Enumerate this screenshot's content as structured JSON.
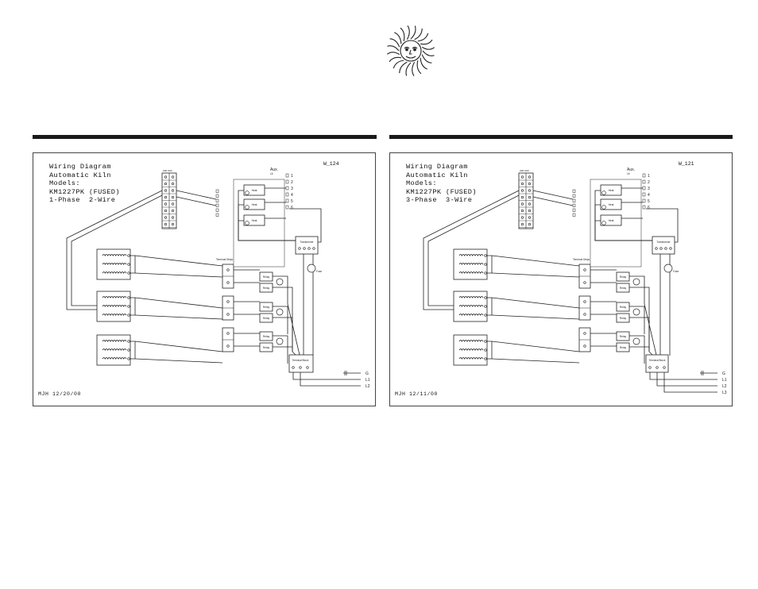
{
  "logo": {
    "icon": "sun-face-icon"
  },
  "diagrams": [
    {
      "title_lines": [
        "Wiring Diagram",
        "Automatic Kiln",
        "Models:",
        "KM1227PK (FUSED)",
        "1-Phase  2-Wire"
      ],
      "code": "W_124",
      "footer": "MJH  12/20/00",
      "aux_label": "Aux.",
      "aux_sub": "Lit",
      "aux_numbers": [
        "1",
        "2",
        "3",
        "4",
        "5",
        "6"
      ],
      "terminal_strips_label": "Terminal Strips",
      "transformer_label": "Transformer",
      "terminal_block_label": "Terminal Block",
      "fuse_label": "Fuse",
      "relay_label": "Relay",
      "heat_label": "Heat",
      "supply_lines": [
        "G",
        "L1",
        "L2"
      ]
    },
    {
      "title_lines": [
        "Wiring Diagram",
        "Automatic Kiln",
        "Models:",
        "KM1227PK (FUSED)",
        "3-Phase  3-Wire"
      ],
      "code": "W_121",
      "footer": "MJH  12/11/00",
      "aux_label": "Aux.",
      "aux_sub": "Lit",
      "aux_numbers": [
        "1",
        "2",
        "3",
        "4",
        "5",
        "6"
      ],
      "terminal_strips_label": "Terminal Strips",
      "transformer_label": "Transformer",
      "terminal_block_label": "Terminal Block",
      "fuse_label": "Fuse",
      "relay_label": "Relay",
      "heat_label": "Heat",
      "supply_lines": [
        "G",
        "L1",
        "L2",
        "L3"
      ]
    }
  ]
}
